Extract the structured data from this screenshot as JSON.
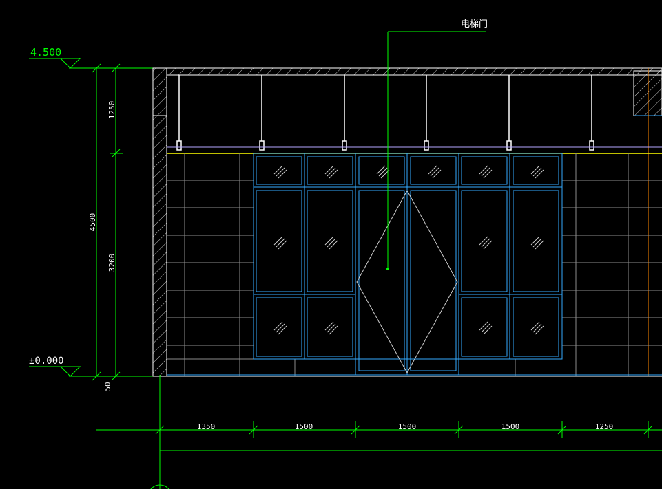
{
  "drawing": {
    "callout_label": "电梯门",
    "levels": {
      "top": "4.500",
      "bottom": "±0.000"
    },
    "vertical_dims": {
      "total": "4500",
      "upper": "1250",
      "lower": "3200",
      "base": "50"
    },
    "horizontal_dims": [
      "1350",
      "1500",
      "1500",
      "1500",
      "1250"
    ]
  },
  "colors": {
    "background": "#000000",
    "dimension": "#00ff00",
    "frame": "#33aaff",
    "structure": "#ffffff",
    "hatch": "#cfcfcf",
    "ceiling_line": "#ffff00",
    "accent_orange": "#ff8800",
    "grid": "#8c8c8c",
    "purple_line": "#b5a6ff"
  }
}
